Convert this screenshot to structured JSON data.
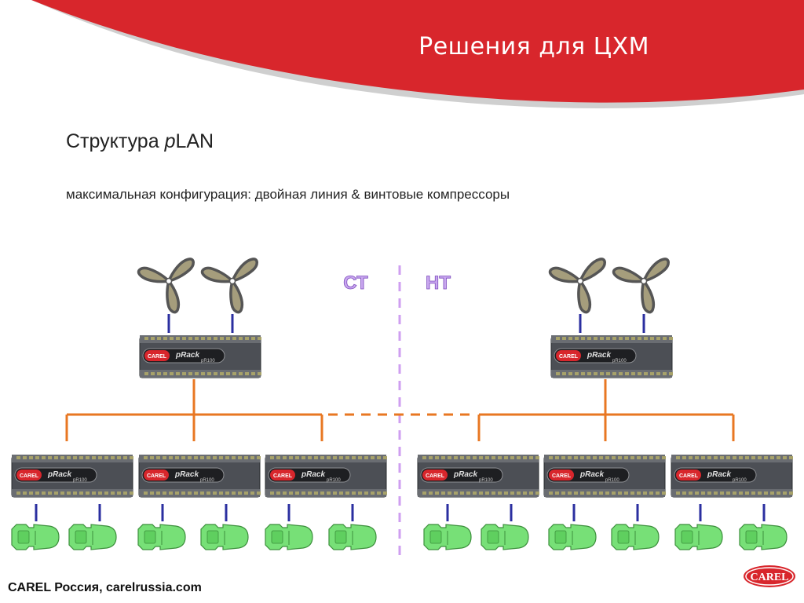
{
  "slide": {
    "title": "Решения для ЦХМ",
    "heading_prefix": "Структура ",
    "heading_p": "p",
    "heading_suffix": "LAN",
    "subheading": "максимальная конфигурация: двойная линия & винтовые компрессоры",
    "footer": "CAREL Россия, carelrussia.com"
  },
  "diagram": {
    "zones": [
      {
        "label": "СТ"
      },
      {
        "label": "НТ"
      }
    ],
    "controller": {
      "brand": "CAREL",
      "model": "pRack",
      "submodel": "pR100"
    },
    "logo_text": "CAREL",
    "colors": {
      "header_red": "#d8262c",
      "network_line": "#e87722",
      "zone_label": "#c9a7ef",
      "divider": "#cf9ff0",
      "io_link": "#2b2fa0",
      "compressor": "#77e077",
      "fan": "#666666"
    }
  }
}
